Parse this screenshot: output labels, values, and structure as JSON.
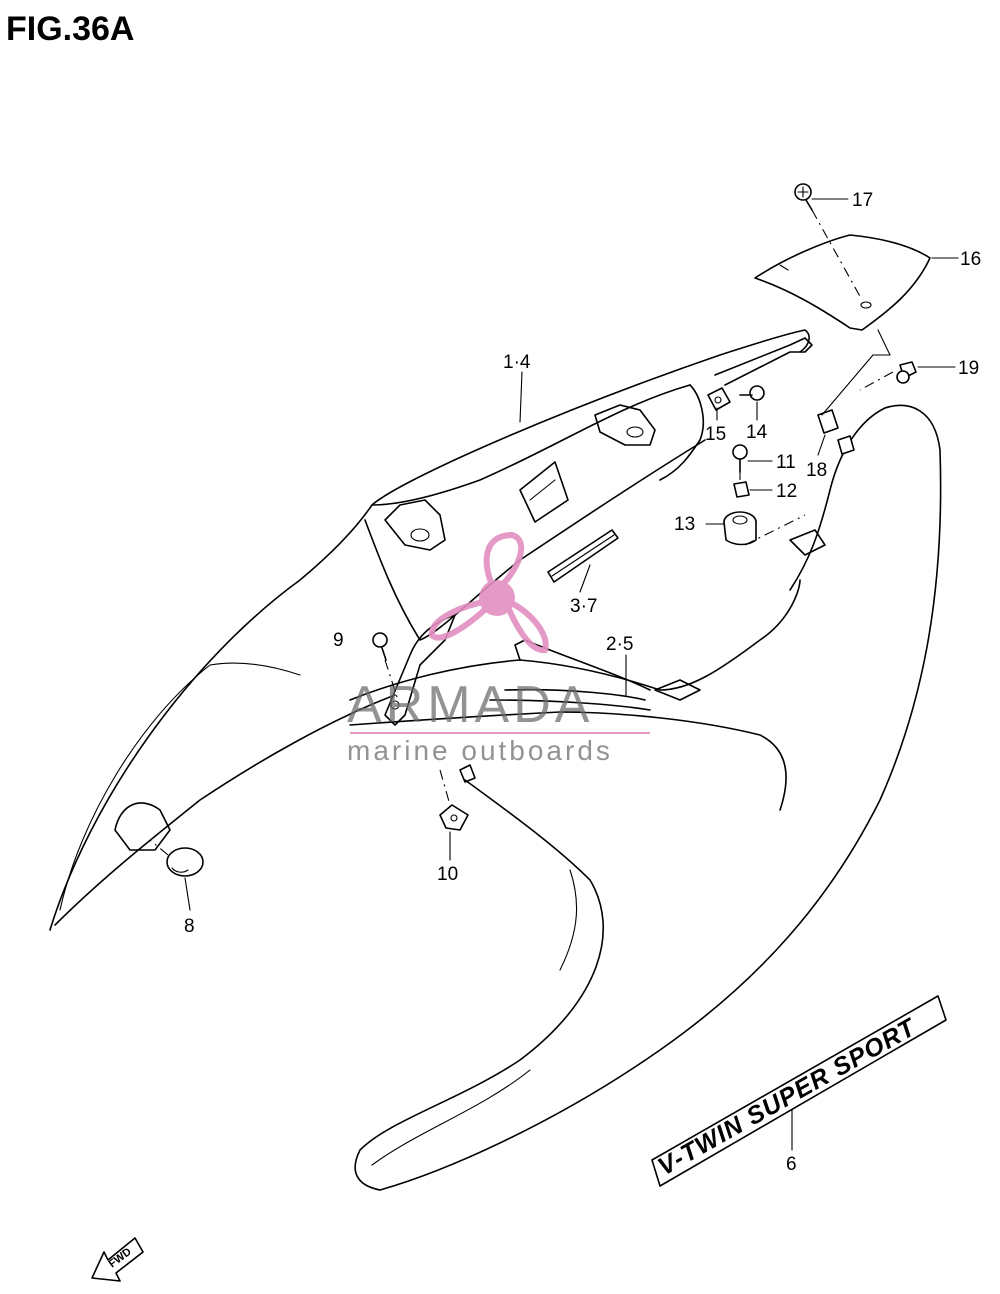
{
  "figure": {
    "title": "FIG.36A"
  },
  "callouts": [
    {
      "id": "c1",
      "text": "1·4"
    },
    {
      "id": "c2",
      "text": "2·5"
    },
    {
      "id": "c3",
      "text": "3·7"
    },
    {
      "id": "c6",
      "text": "6"
    },
    {
      "id": "c8",
      "text": "8"
    },
    {
      "id": "c9",
      "text": "9"
    },
    {
      "id": "c10",
      "text": "10"
    },
    {
      "id": "c11",
      "text": "11"
    },
    {
      "id": "c12",
      "text": "12"
    },
    {
      "id": "c13",
      "text": "13"
    },
    {
      "id": "c14",
      "text": "14"
    },
    {
      "id": "c15",
      "text": "15"
    },
    {
      "id": "c16",
      "text": "16"
    },
    {
      "id": "c17",
      "text": "17"
    },
    {
      "id": "c18",
      "text": "18"
    },
    {
      "id": "c19",
      "text": "19"
    }
  ],
  "decal": {
    "text": "V-TWIN SUPER SPORT"
  },
  "direction_badge": {
    "text": "FWD"
  },
  "watermark": {
    "brand": "ARMADA",
    "tagline": "marine outboards",
    "accent_color": "#e38fc0"
  }
}
